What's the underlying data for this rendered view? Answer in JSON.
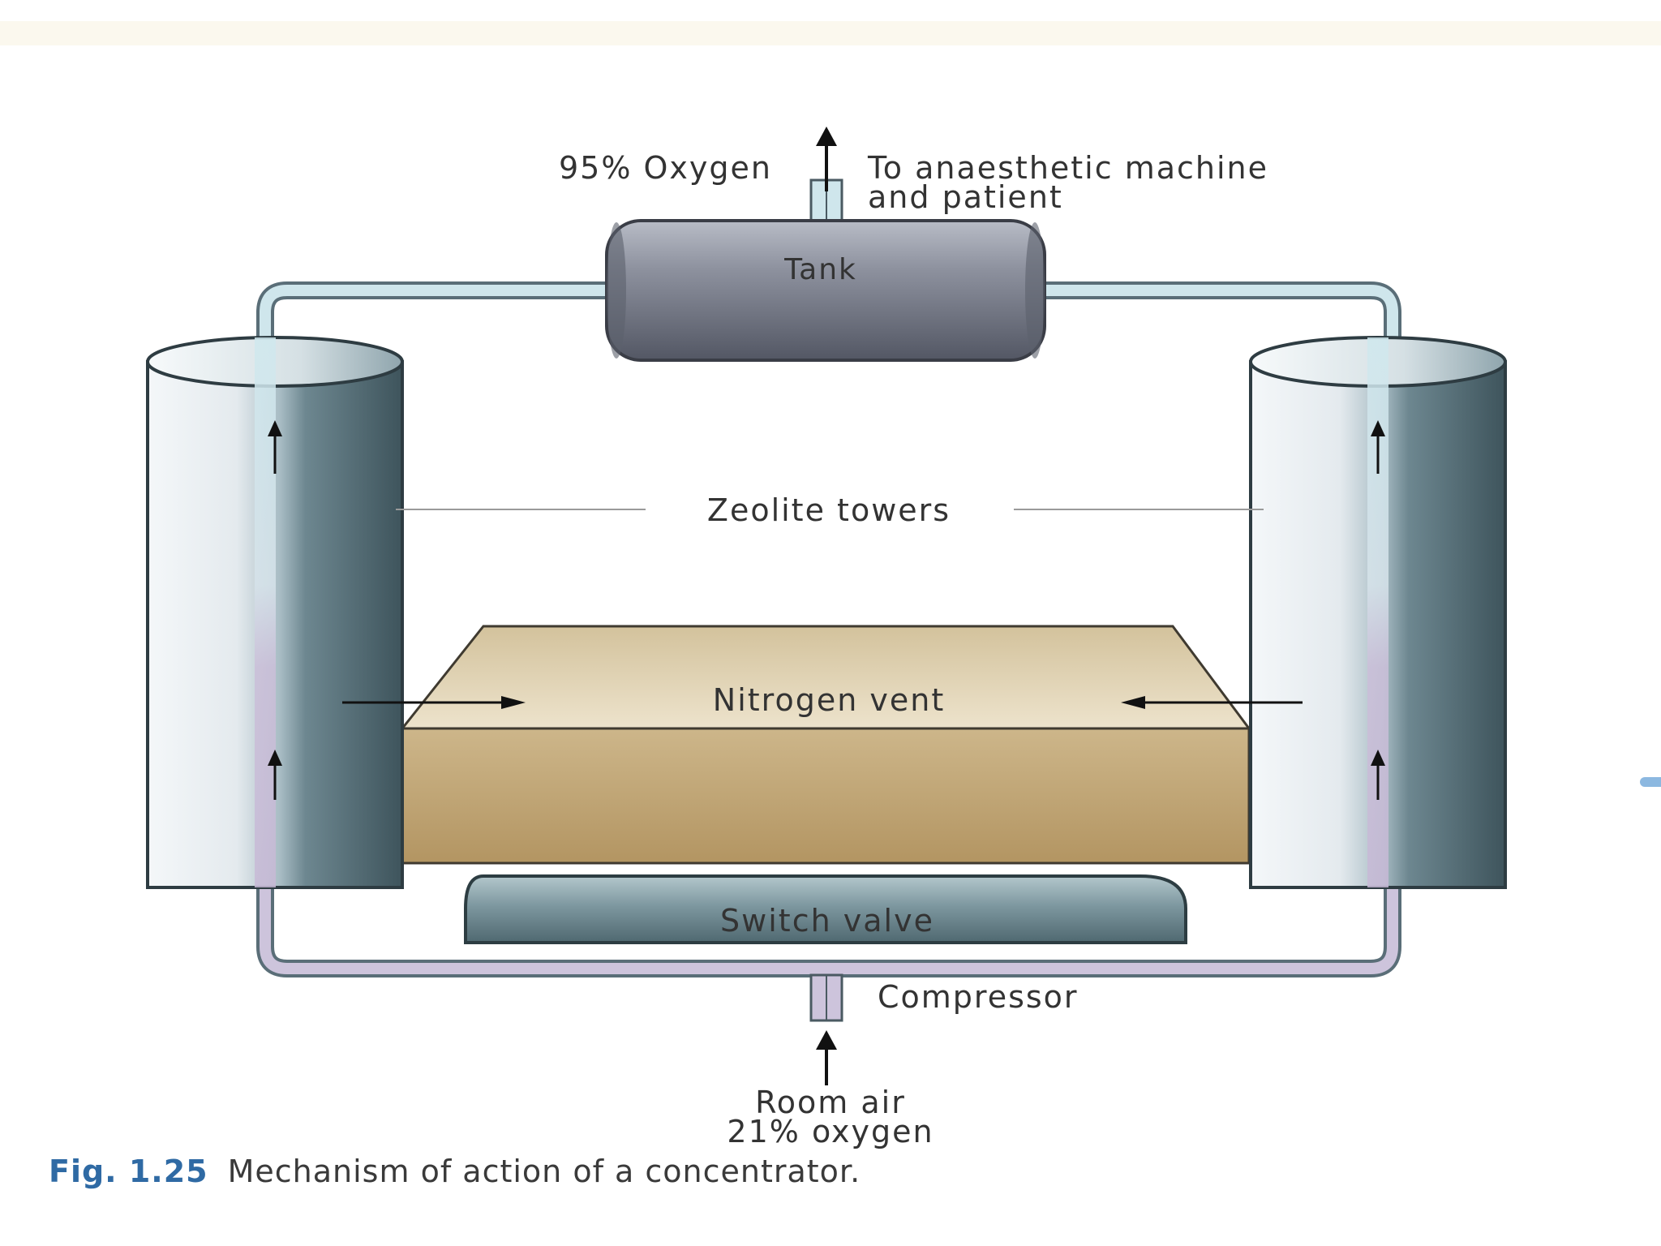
{
  "diagram": {
    "output_label": "95% Oxygen",
    "destination_label_line1": "To anaesthetic machine",
    "destination_label_line2": "and patient",
    "tank_label": "Tank",
    "towers_label": "Zeolite towers",
    "vent_label": "Nitrogen vent",
    "valve_label": "Switch valve",
    "compressor_label": "Compressor",
    "input_label_line1": "Room air",
    "input_label_line2": "21% oxygen"
  },
  "caption": {
    "figure_number": "Fig. 1.25",
    "text": "Mechanism of action of a concentrator."
  },
  "colors": {
    "pipe_fill": "#cfe6ec",
    "pipe_stroke": "#5a6e78",
    "tank": "#6b6f7c",
    "vent_box": "#c2a97a",
    "valve": "#5f7f8a",
    "caption_accent": "#2f6aa4"
  }
}
